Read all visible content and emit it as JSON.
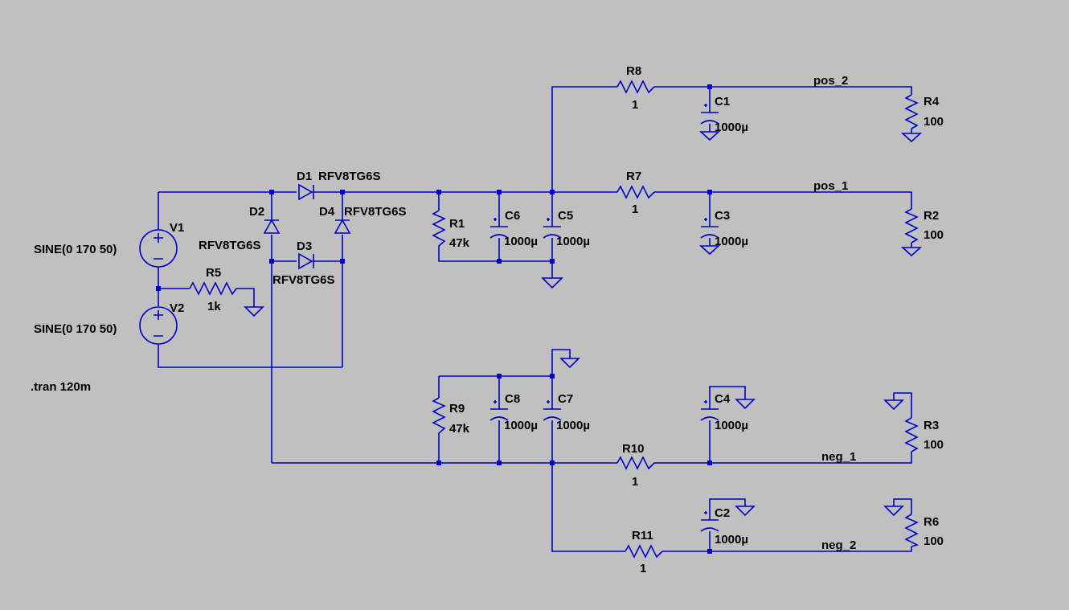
{
  "components": {
    "V1": {
      "name": "V1",
      "value": "SINE(0 170 50)"
    },
    "V2": {
      "name": "V2",
      "value": "SINE(0 170 50)"
    },
    "R5": {
      "name": "R5",
      "value": "1k"
    },
    "D1": {
      "name": "D1",
      "value": "RFV8TG6S"
    },
    "D2": {
      "name": "D2",
      "value": "RFV8TG6S"
    },
    "D3": {
      "name": "D3",
      "value": "RFV8TG6S"
    },
    "D4": {
      "name": "D4",
      "value": "RFV8TG6S"
    },
    "R1": {
      "name": "R1",
      "value": "47k"
    },
    "C6": {
      "name": "C6",
      "value": "1000µ"
    },
    "C5": {
      "name": "C5",
      "value": "1000µ"
    },
    "R8": {
      "name": "R8",
      "value": "1"
    },
    "C1": {
      "name": "C1",
      "value": "1000µ"
    },
    "R4": {
      "name": "R4",
      "value": "100"
    },
    "R7": {
      "name": "R7",
      "value": "1"
    },
    "C3": {
      "name": "C3",
      "value": "1000µ"
    },
    "R2": {
      "name": "R2",
      "value": "100"
    },
    "R9": {
      "name": "R9",
      "value": "47k"
    },
    "C8": {
      "name": "C8",
      "value": "1000µ"
    },
    "C7": {
      "name": "C7",
      "value": "1000µ"
    },
    "R10": {
      "name": "R10",
      "value": "1"
    },
    "C4": {
      "name": "C4",
      "value": "1000µ"
    },
    "R3": {
      "name": "R3",
      "value": "100"
    },
    "R11": {
      "name": "R11",
      "value": "1"
    },
    "C2": {
      "name": "C2",
      "value": "1000µ"
    },
    "R6": {
      "name": "R6",
      "value": "100"
    }
  },
  "nets": {
    "pos_2": "pos_2",
    "pos_1": "pos_1",
    "neg_1": "neg_1",
    "neg_2": "neg_2"
  },
  "directive": ".tran 120m",
  "colors": {
    "background": "#c0c0c0",
    "wire": "#0000c8",
    "text": "#000000"
  }
}
